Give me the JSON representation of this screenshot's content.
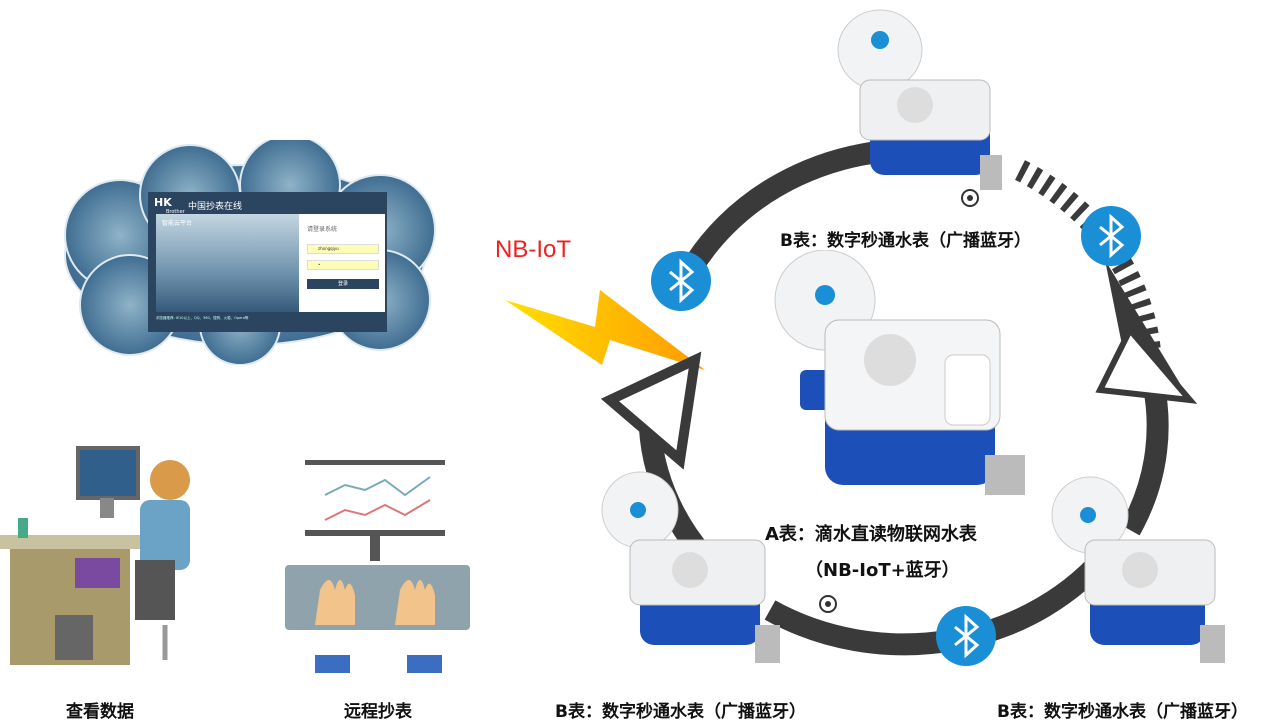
{
  "platform": {
    "logo": "HK",
    "logo_sub": "Brother",
    "site_title": "中国抄表在线",
    "hero_title": "智能云平台",
    "login_heading": "请登录系统",
    "username_value": "zhongqiyu",
    "password_value": "•",
    "login_button": "登录",
    "footer_line": "浏览器推荐: IE10以上、QQ、360、搜狗、火狐、Opera等"
  },
  "protocol_label": "NB-IoT",
  "meters": {
    "a_line1": "A表：滴水直读物联网水表",
    "a_line2": "（NB-IoT+蓝牙）",
    "b_top": "B表：数字秒通水表（广播蓝牙）",
    "b_bottom_left": "B表：数字秒通水表（广播蓝牙）",
    "b_bottom_right": "B表：数字秒通水表（广播蓝牙）"
  },
  "captions": {
    "view_data": "查看数据",
    "remote_reading": "远程抄表"
  },
  "colors": {
    "nbiot": "#e22222",
    "bluetooth": "#1a8fd6",
    "meter_blue": "#1d4fb8",
    "ring": "#3a3a3a"
  }
}
